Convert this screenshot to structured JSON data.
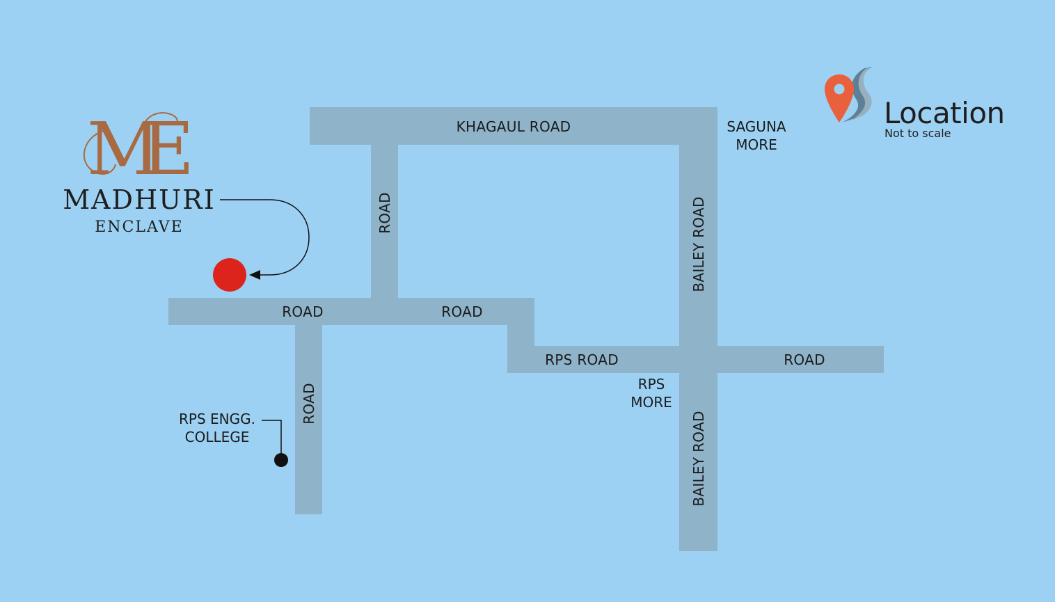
{
  "brand": {
    "name": "MADHURI",
    "tagline": "ENCLAVE",
    "monogram": "ME",
    "color": "#a86a43"
  },
  "legend": {
    "title": "Location",
    "subtitle": "Not to scale",
    "icon": "map-pin-road-icon",
    "pin_color": "#e8603c",
    "road_color": "#5e7f95"
  },
  "colors": {
    "background": "#9dd1f3",
    "road": "#8fb3c9",
    "site_marker": "#dc241c",
    "college_marker": "#111111"
  },
  "roads": {
    "khagaul": "KHAGAUL ROAD",
    "vertical_north": "ROAD",
    "west_road": "ROAD",
    "middle_road": "ROAD",
    "south_vertical": "ROAD",
    "rps_road": "RPS ROAD",
    "east_road": "ROAD",
    "bailey_north": "BAILEY ROAD",
    "bailey_south": "BAILEY ROAD"
  },
  "places": {
    "saguna_more": [
      "SAGUNA",
      "MORE"
    ],
    "rps_more": [
      "RPS",
      "MORE"
    ],
    "rps_engg_college": [
      "RPS ENGG.",
      "COLLEGE"
    ]
  }
}
